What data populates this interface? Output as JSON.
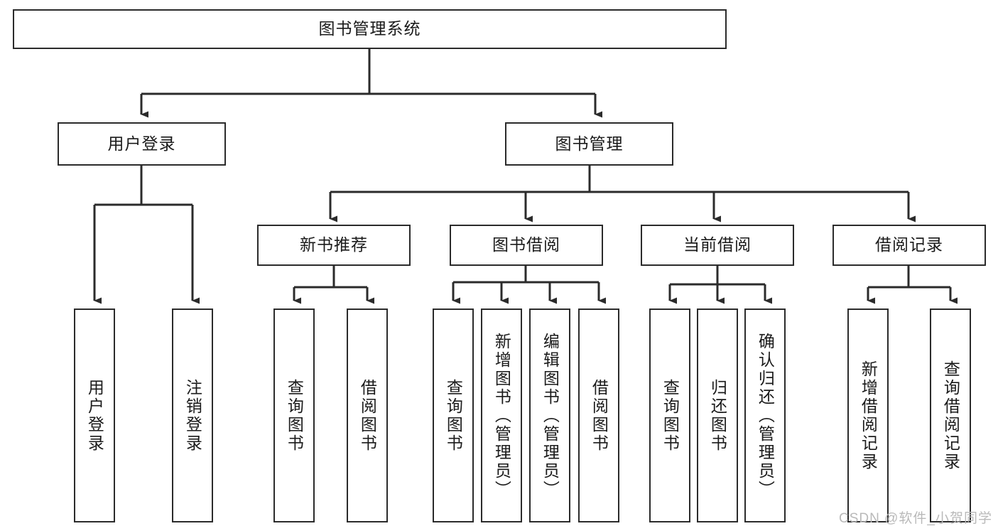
{
  "diagram": {
    "type": "tree-hierarchy",
    "title": "图书管理系统",
    "colors": {
      "box_border": "#2b2b2b",
      "box_fill": "#ffffff",
      "edge": "#2b2b2b",
      "text": "#1a1a1a",
      "watermark": "#b9b9b9",
      "background": "#ffffff"
    },
    "root": {
      "label": "图书管理系统"
    },
    "level2": [
      {
        "id": "user-login",
        "label": "用户登录"
      },
      {
        "id": "book-manage",
        "label": "图书管理"
      }
    ],
    "level3": [
      {
        "id": "new-book-recommend",
        "label": "新书推荐"
      },
      {
        "id": "book-borrow",
        "label": "图书借阅"
      },
      {
        "id": "current-borrow",
        "label": "当前借阅"
      },
      {
        "id": "borrow-record",
        "label": "借阅记录"
      }
    ],
    "leaves": {
      "user_login": [
        {
          "id": "leaf-user-login",
          "label": "用户登录"
        },
        {
          "id": "leaf-logout-login",
          "label": "注销登录"
        }
      ],
      "new_book_recommend": [
        {
          "id": "leaf-query-book-1",
          "label": "查询图书"
        },
        {
          "id": "leaf-borrow-book-1",
          "label": "借阅图书"
        }
      ],
      "book_borrow": [
        {
          "id": "leaf-query-book-2",
          "label": "查询图书"
        },
        {
          "id": "leaf-add-book",
          "label": "新增图书（管理员）"
        },
        {
          "id": "leaf-edit-book",
          "label": "编辑图书（管理员）"
        },
        {
          "id": "leaf-borrow-book-2",
          "label": "借阅图书"
        }
      ],
      "current_borrow": [
        {
          "id": "leaf-query-book-3",
          "label": "查询图书"
        },
        {
          "id": "leaf-return-book",
          "label": "归还图书"
        },
        {
          "id": "leaf-confirm-return",
          "label": "确认归还（管理员）"
        }
      ],
      "borrow_record": [
        {
          "id": "leaf-add-record",
          "label": "新增借阅记录"
        },
        {
          "id": "leaf-query-record",
          "label": "查询借阅记录"
        }
      ]
    },
    "watermark": "CSDN @软件_小贺同学"
  }
}
